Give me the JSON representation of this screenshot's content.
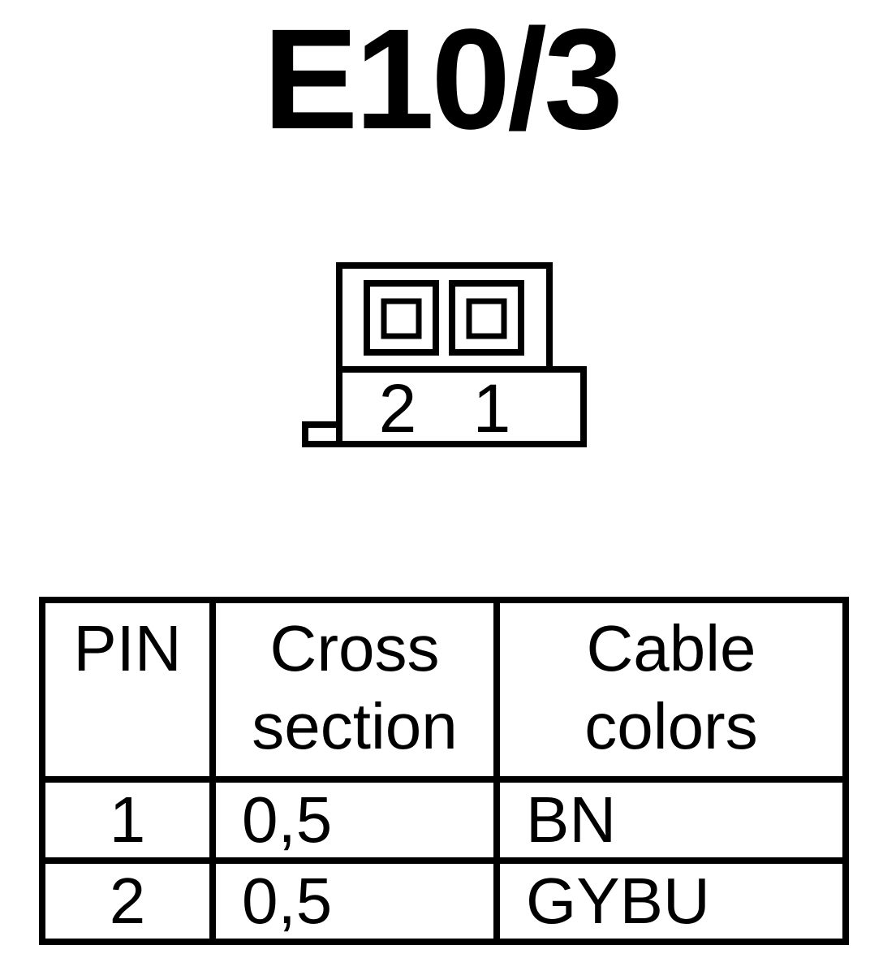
{
  "title": "E10/3",
  "connector": {
    "pin_labels": [
      "2",
      "1"
    ]
  },
  "table": {
    "headers": {
      "pin": "PIN",
      "cross_section": [
        "Cross",
        "section"
      ],
      "cable_colors": [
        "Cable",
        "colors"
      ]
    },
    "rows": [
      {
        "pin": "1",
        "cross_section": "0,5",
        "cable_color": "BN"
      },
      {
        "pin": "2",
        "cross_section": "0,5",
        "cable_color": "GYBU"
      }
    ]
  }
}
